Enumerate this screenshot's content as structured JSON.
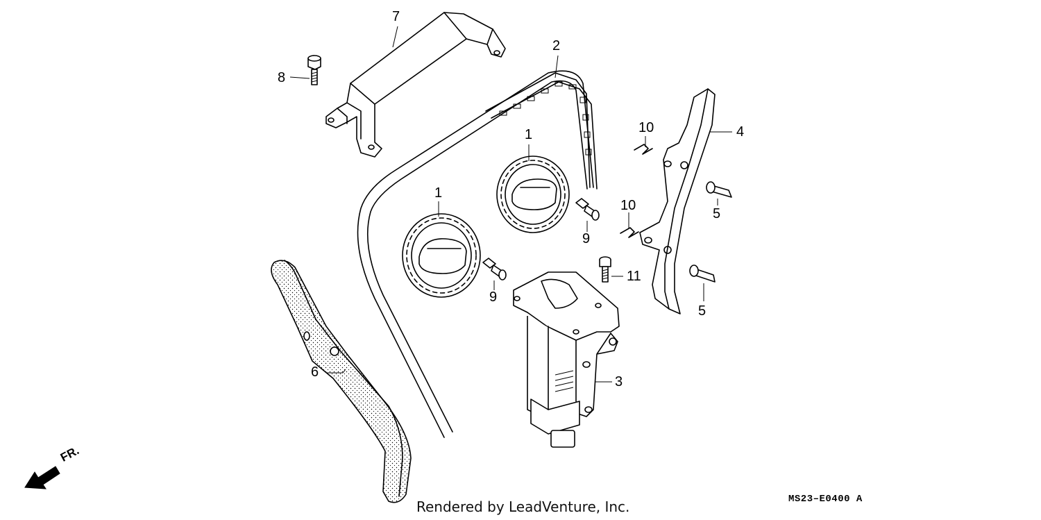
{
  "callouts": {
    "c1a": "1",
    "c1b": "1",
    "c2": "2",
    "c3": "3",
    "c4": "4",
    "c5a": "5",
    "c5b": "5",
    "c6": "6",
    "c7": "7",
    "c8": "8",
    "c9a": "9",
    "c9b": "9",
    "c10a": "10",
    "c10b": "10",
    "c11": "11"
  },
  "direction": {
    "label": "FR."
  },
  "footer": {
    "credit": "Rendered by LeadVenture, Inc."
  },
  "diagram_code": "MS23–E0400 A"
}
